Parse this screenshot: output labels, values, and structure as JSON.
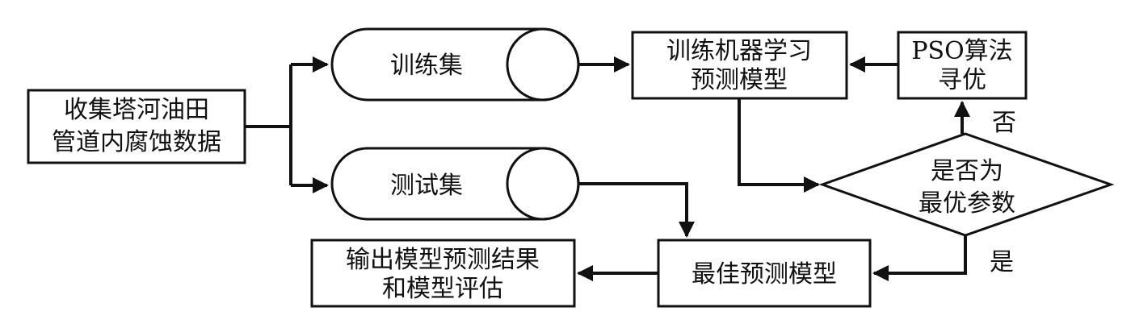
{
  "nodes": {
    "collect": {
      "line1": "收集塔河油田",
      "line2": "管道内腐蚀数据"
    },
    "train_set": {
      "label": "训练集"
    },
    "test_set": {
      "label": "测试集"
    },
    "train_model": {
      "line1": "训练机器学习",
      "line2": "预测模型"
    },
    "pso": {
      "line1": "PSO算法",
      "line2": "寻优"
    },
    "decision": {
      "line1": "是否为",
      "line2": "最优参数"
    },
    "best_model": {
      "label": "最佳预测模型"
    },
    "output": {
      "line1": "输出模型预测结果",
      "line2": "和模型评估"
    }
  },
  "edges": {
    "no_label": "否",
    "yes_label": "是"
  },
  "colors": {
    "stroke": "#111111",
    "background": "#ffffff"
  }
}
